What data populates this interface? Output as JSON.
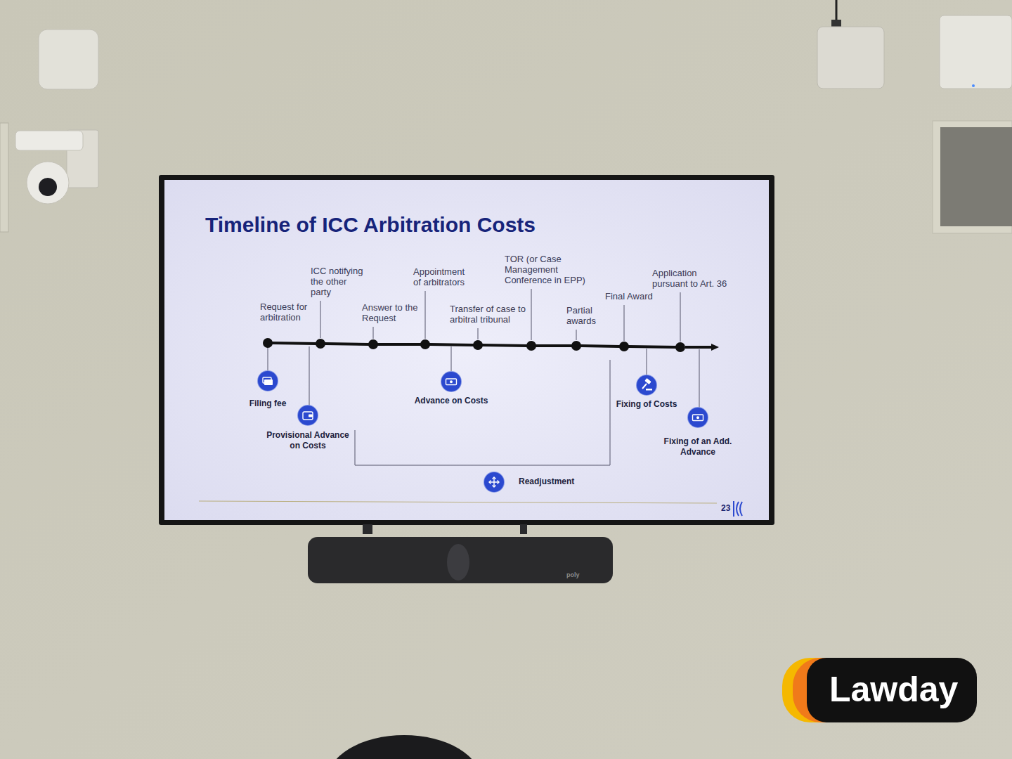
{
  "diagram": {
    "title": "Timeline of ICC Arbitration Costs",
    "nodes": [
      {
        "text": [
          "Request for arbitration"
        ]
      },
      {
        "text": [
          "ICC notifying the other party"
        ]
      },
      {
        "text": [
          "Answer to the Request"
        ]
      },
      {
        "text": [
          "Appointment of arbitrators"
        ]
      },
      {
        "text": [
          "Transfer of case to arbitral tribunal"
        ]
      },
      {
        "text": [
          "TOR (or Case Management Conference in EPP)"
        ]
      },
      {
        "text": [
          "Partial awards"
        ]
      },
      {
        "text": [
          "Final Award"
        ]
      },
      {
        "text": [
          "Application pursuant to Art. 36"
        ]
      },
      {
        "text": [
          "Filing fee"
        ]
      },
      {
        "text": [
          "Provisional Advance on Costs"
        ]
      },
      {
        "text": [
          "Advance on Costs"
        ]
      },
      {
        "text": [
          "Fixing of Costs"
        ]
      },
      {
        "text": [
          "Fixing of an Add. Advance"
        ]
      },
      {
        "text": [
          "Readjustment"
        ]
      }
    ],
    "edges": [
      {
        "from": 0,
        "to": 1,
        "arrow": "none"
      },
      {
        "from": 1,
        "to": 2,
        "arrow": "none"
      },
      {
        "from": 2,
        "to": 3,
        "arrow": "none"
      },
      {
        "from": 3,
        "to": 4,
        "arrow": "none"
      },
      {
        "from": 4,
        "to": 5,
        "arrow": "none"
      },
      {
        "from": 5,
        "to": 6,
        "arrow": "none"
      },
      {
        "from": 6,
        "to": 7,
        "arrow": "none"
      },
      {
        "from": 7,
        "to": 8,
        "arrow": "none"
      },
      {
        "from": 0,
        "to": 9,
        "arrow": "none"
      }
    ],
    "labels": [
      "23",
      "Lawday",
      "poly"
    ]
  }
}
